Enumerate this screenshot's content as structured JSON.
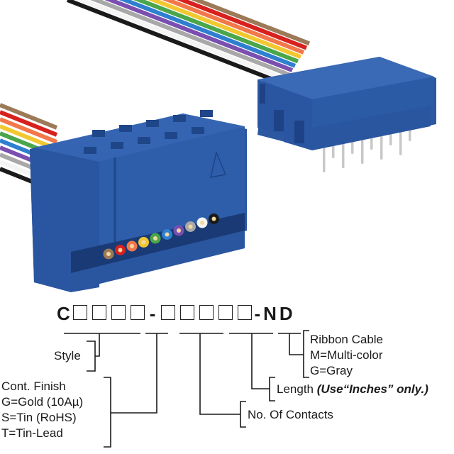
{
  "part_number": {
    "prefix": "C",
    "group1_boxes": 4,
    "separator1": "-",
    "group2_boxes": 5,
    "suffix": "-ND"
  },
  "fields": {
    "style": {
      "label": "Style"
    },
    "cont_finish": {
      "title": "Cont. Finish",
      "options": [
        "G=Gold (10Aµ)",
        "S=Tin (RoHS)",
        "T=Tin-Lead"
      ]
    },
    "no_of_contacts": {
      "label": "No. Of Contacts"
    },
    "length": {
      "label": "Length",
      "note": "(Use“Inches” only.)"
    },
    "ribbon_cable": {
      "title": "Ribbon Cable",
      "options": [
        "M=Multi-color",
        "G=Gray"
      ]
    }
  },
  "colors": {
    "connector_blue": "#2f5ea8",
    "connector_dark": "#21478a",
    "wire_colors": [
      "#9c7a58",
      "#d8211e",
      "#f2784a",
      "#f2c830",
      "#4aa64a",
      "#2f7fd0",
      "#7a4fb0",
      "#a8a8a8",
      "#f4f4f4",
      "#1a1a1a"
    ],
    "pin_color": "#c8c8c8"
  }
}
